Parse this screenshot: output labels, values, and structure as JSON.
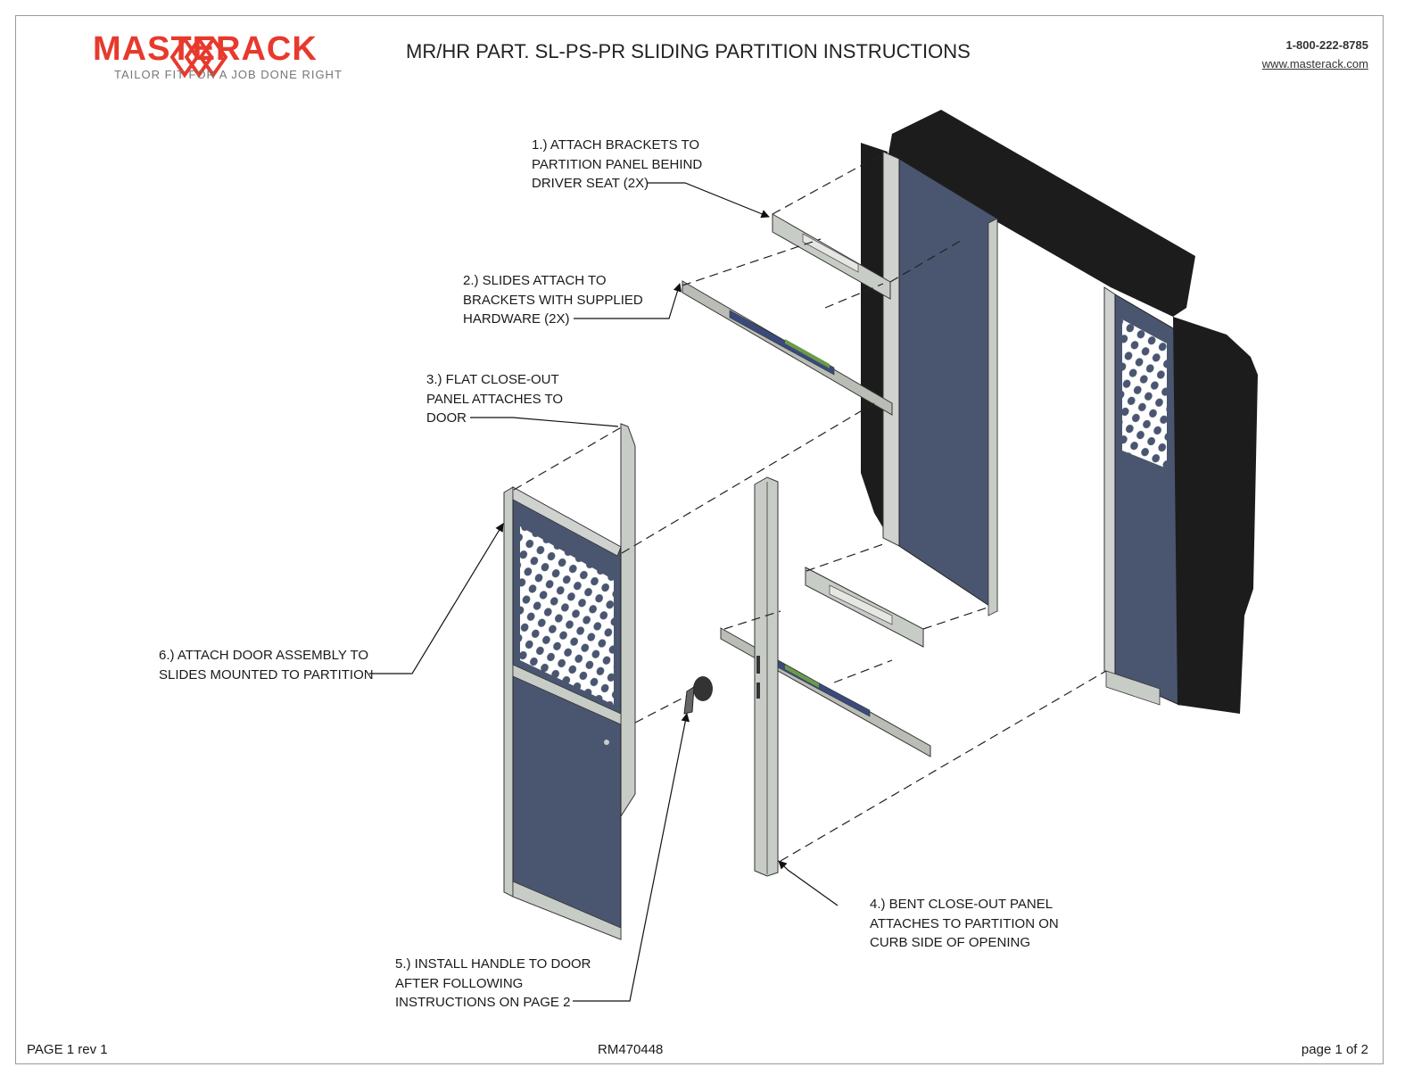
{
  "header": {
    "brand_name": "MASTERACK",
    "tagline": "TAILOR FIT FOR A JOB DONE RIGHT",
    "document_title": "MR/HR PART. SL-PS-PR SLIDING PARTITION INSTRUCTIONS",
    "phone": "1-800-222-8785",
    "website": "www.masterack.com"
  },
  "steps": {
    "step1": "1.) ATTACH BRACKETS TO\nPARTITION PANEL BEHIND\nDRIVER SEAT (2X)",
    "step2": "2.) SLIDES ATTACH TO\nBRACKETS WITH SUPPLIED\nHARDWARE (2X)",
    "step3": "3.) FLAT CLOSE-OUT\nPANEL ATTACHES TO\nDOOR",
    "step4": "4.) BENT CLOSE-OUT PANEL\nATTACHES TO PARTITION ON\nCURB SIDE OF OPENING",
    "step5": "5.) INSTALL HANDLE TO DOOR\nAFTER FOLLOWING\nINSTRUCTIONS ON PAGE 2",
    "step6": "6.) ATTACH DOOR ASSEMBLY TO\nSLIDES MOUNTED TO PARTITION"
  },
  "footer": {
    "page_rev": "PAGE 1 rev 1",
    "part_number": "RM470448",
    "page_count": "page 1 of 2"
  },
  "colors": {
    "brand_red": "#e8392d",
    "panel_slate": "#4a5670",
    "panel_dark": "#1c1c1c",
    "metal_light": "#c8ccc6"
  }
}
